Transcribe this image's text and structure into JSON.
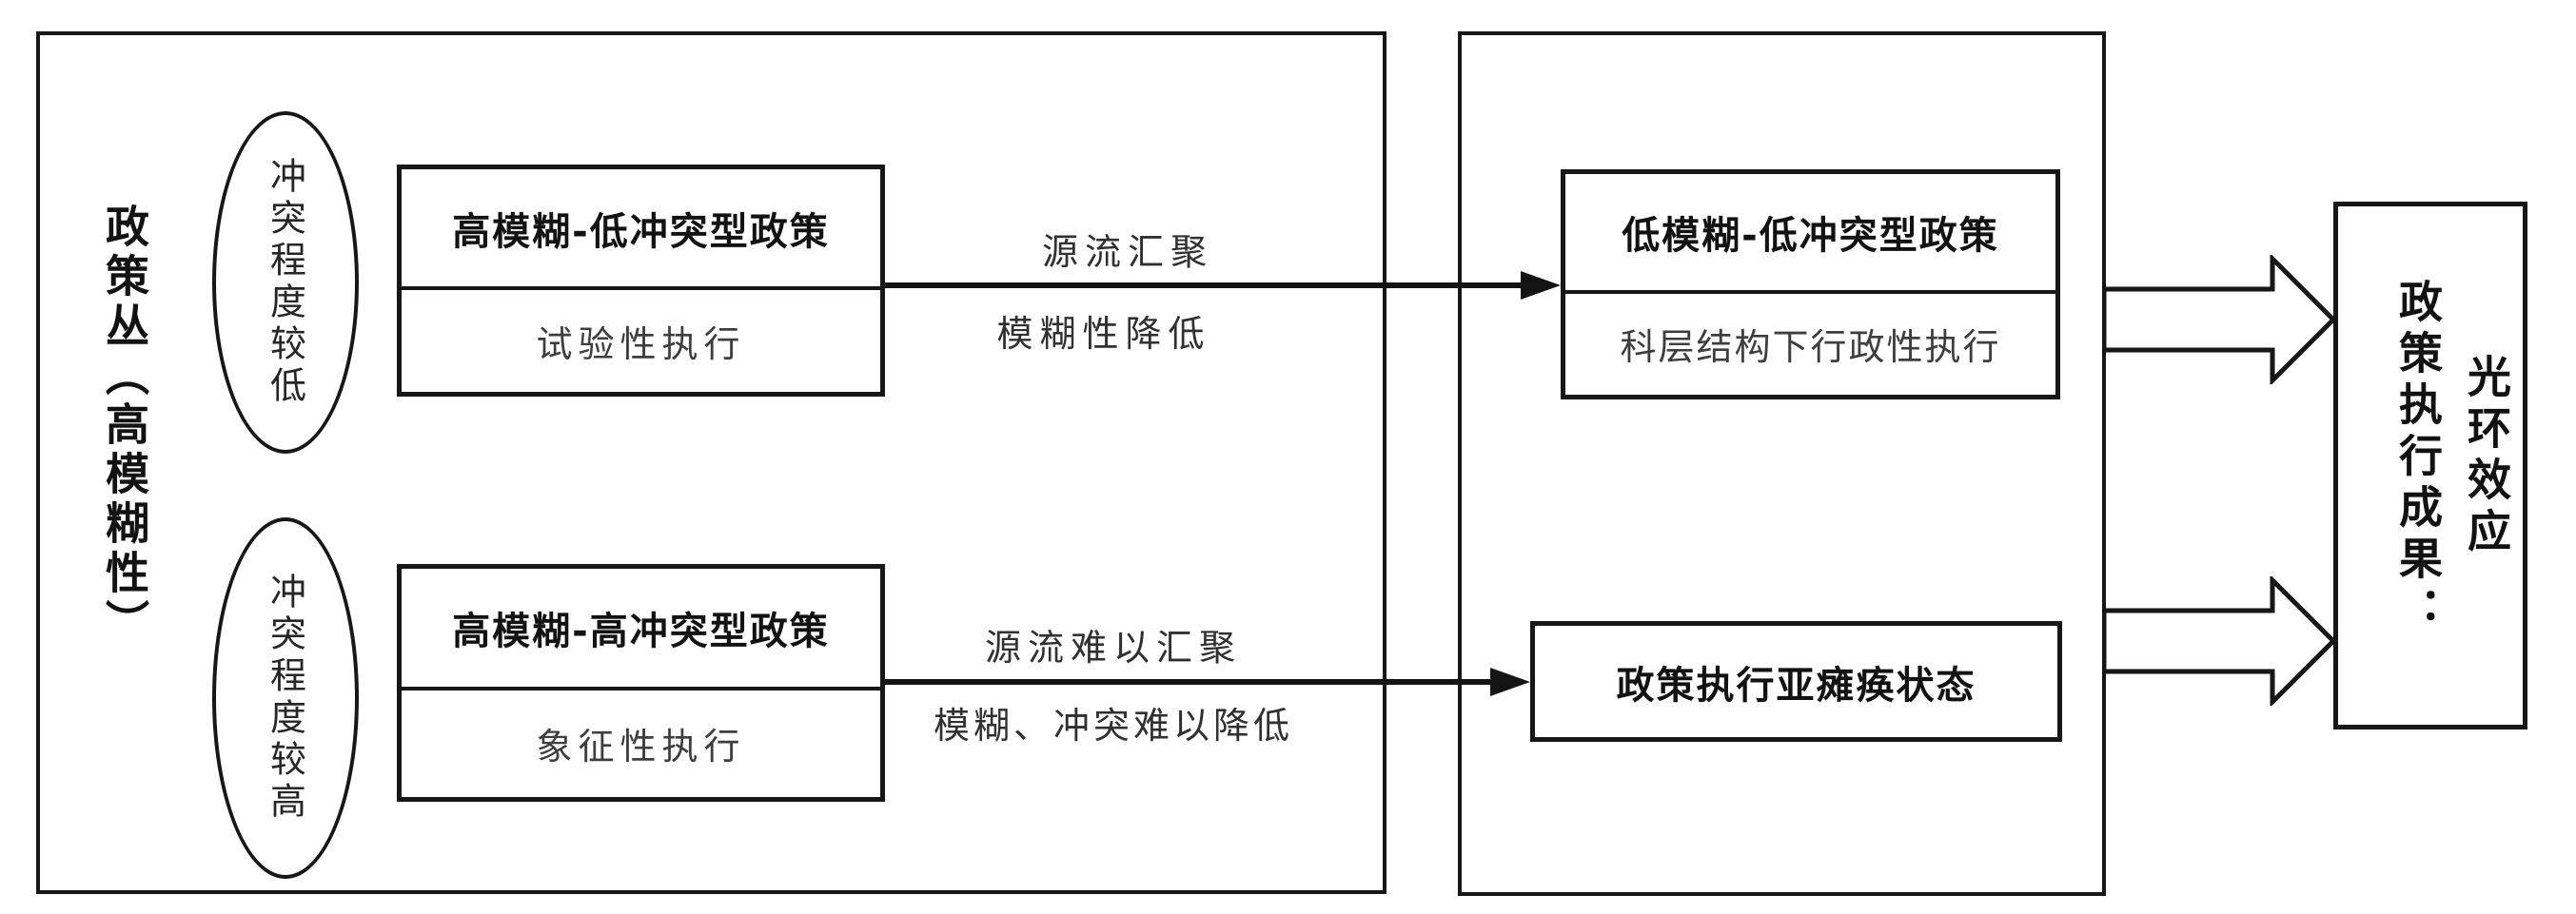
{
  "colors": {
    "ink": "#171717",
    "title_text": "#121212",
    "subtitle_text": "#3e3e3e",
    "label_text": "#303030",
    "background": "#ffffff"
  },
  "left_panel": {
    "axis_label": "政策丛（高模糊性）",
    "ellipse_low_conflict": "冲突程度较低",
    "ellipse_high_conflict": "冲突程度较高",
    "box_low_conflict": {
      "title": "高模糊-低冲突型政策",
      "subtitle": "试验性执行"
    },
    "box_high_conflict": {
      "title": "高模糊-高冲突型政策",
      "subtitle": "象征性执行"
    }
  },
  "transitions": {
    "top_arrow": {
      "label_above": "源流汇聚",
      "label_below": "模糊性降低"
    },
    "bottom_arrow": {
      "label_above": "源流难以汇聚",
      "label_below": "模糊、冲突难以降低"
    }
  },
  "middle_panel": {
    "box_resolved": {
      "title": "低模糊-低冲突型政策",
      "subtitle": "科层结构下行政性执行"
    },
    "box_paralysis": {
      "title": "政策执行亚瘫痪状态"
    }
  },
  "right_panel": {
    "outcome_label": "政策执行成果：",
    "effect_label": "光环效应"
  }
}
